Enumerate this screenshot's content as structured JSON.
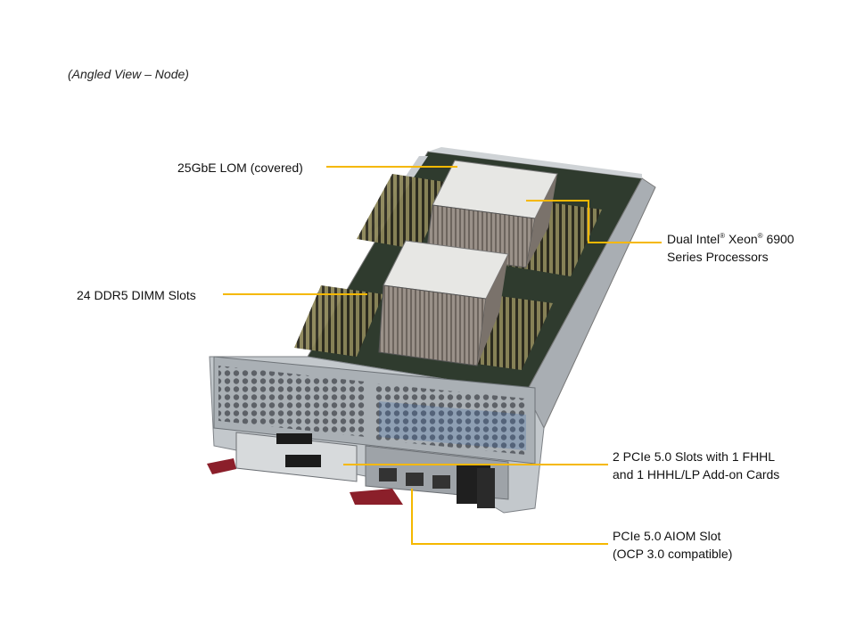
{
  "caption": "(Angled View – Node)",
  "callouts": {
    "lom": "25GbE LOM (covered)",
    "dimm": "24 DDR5 DIMM Slots",
    "cpu": {
      "line1_a": "Dual Intel",
      "reg": "®",
      "line1_b": " Xeon",
      "line1_c": " 6900",
      "line2": "Series Processors"
    },
    "pcie": {
      "line1": "2 PCIe 5.0 Slots with 1 FHHL",
      "line2": "and 1 HHHL/LP Add-on Cards"
    },
    "aiom": {
      "line1": "PCIe 5.0 AIOM Slot",
      "line2": "(OCP 3.0 compatible)"
    }
  },
  "colors": {
    "leader": "#f5b800",
    "chassis": "#b9bec3",
    "heatsink": "#8a8178",
    "dimm": "#6f6a48",
    "board": "#2f3b2e",
    "tab": "#8b1f2a"
  }
}
